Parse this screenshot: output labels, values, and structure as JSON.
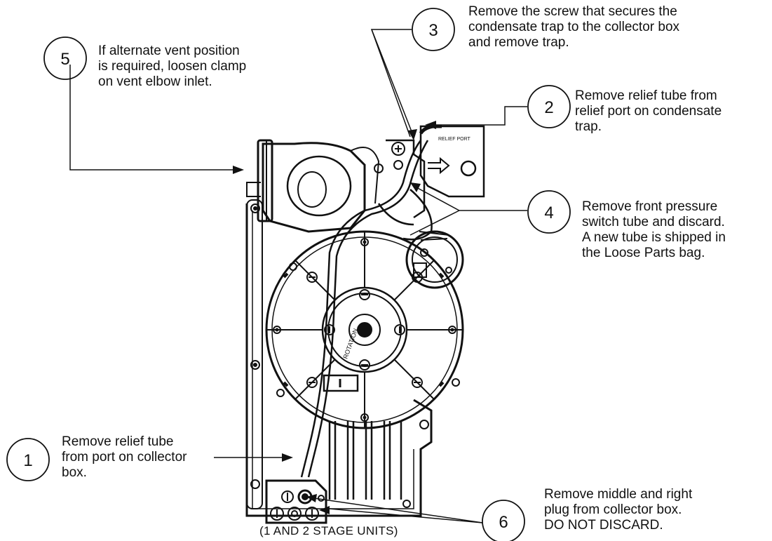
{
  "callouts": {
    "c1": {
      "number": "1",
      "text": "Remove relief tube\nfrom port on collector\nbox."
    },
    "c2": {
      "number": "2",
      "text": "Remove relief tube from\nrelief port on condensate\ntrap."
    },
    "c3": {
      "number": "3",
      "text": "Remove the screw that secures the\ncondensate trap to the collector box\nand remove trap."
    },
    "c4": {
      "number": "4",
      "text": "Remove front pressure\nswitch tube and discard.\nA new tube is shipped in\nthe Loose Parts bag."
    },
    "c5": {
      "number": "5",
      "text": "If alternate vent position\nis required, loosen clamp\non vent elbow inlet."
    },
    "c6": {
      "number": "6",
      "text": "Remove middle and right\nplug from collector box.\nDO NOT DISCARD."
    }
  },
  "caption": "(1 AND 2 STAGE UNITS)",
  "part_labels": {
    "relief_port": "RELIEF PORT",
    "motor_label": "ROTATION"
  }
}
